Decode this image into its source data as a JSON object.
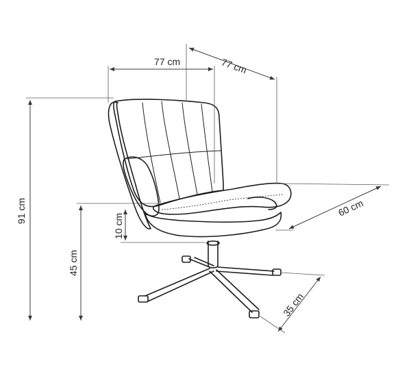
{
  "dimensions": {
    "width_top": "77 cm",
    "depth_top": "77 cm",
    "height_total": "91 cm",
    "seat_height": "45 cm",
    "seat_thickness": "10 cm",
    "seat_depth": "60 cm",
    "base_leg": "35 cm"
  }
}
